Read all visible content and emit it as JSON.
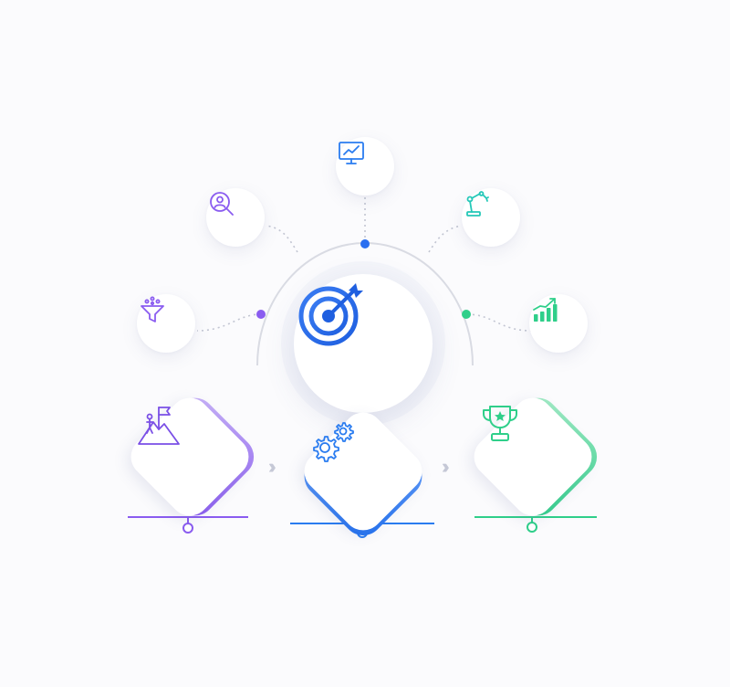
{
  "colors": {
    "purple": "#8a5cf0",
    "blue": "#2a7cf0",
    "teal": "#24c8b8",
    "green": "#2fcf8a",
    "connector": "#c6c8d4",
    "arc": "#d9dbe3"
  },
  "center": {
    "icon": "target-arrow-icon"
  },
  "satellites": [
    {
      "icon": "funnel-icon",
      "color": "purple"
    },
    {
      "icon": "user-search-icon",
      "color": "purple"
    },
    {
      "icon": "presentation-chart-icon",
      "color": "blue"
    },
    {
      "icon": "robotic-arm-icon",
      "color": "teal"
    },
    {
      "icon": "bar-chart-growth-icon",
      "color": "green"
    }
  ],
  "stages": [
    {
      "icon": "mountain-flag-icon",
      "color": "purple"
    },
    {
      "icon": "gears-icon",
      "color": "blue"
    },
    {
      "icon": "trophy-icon",
      "color": "green"
    }
  ]
}
